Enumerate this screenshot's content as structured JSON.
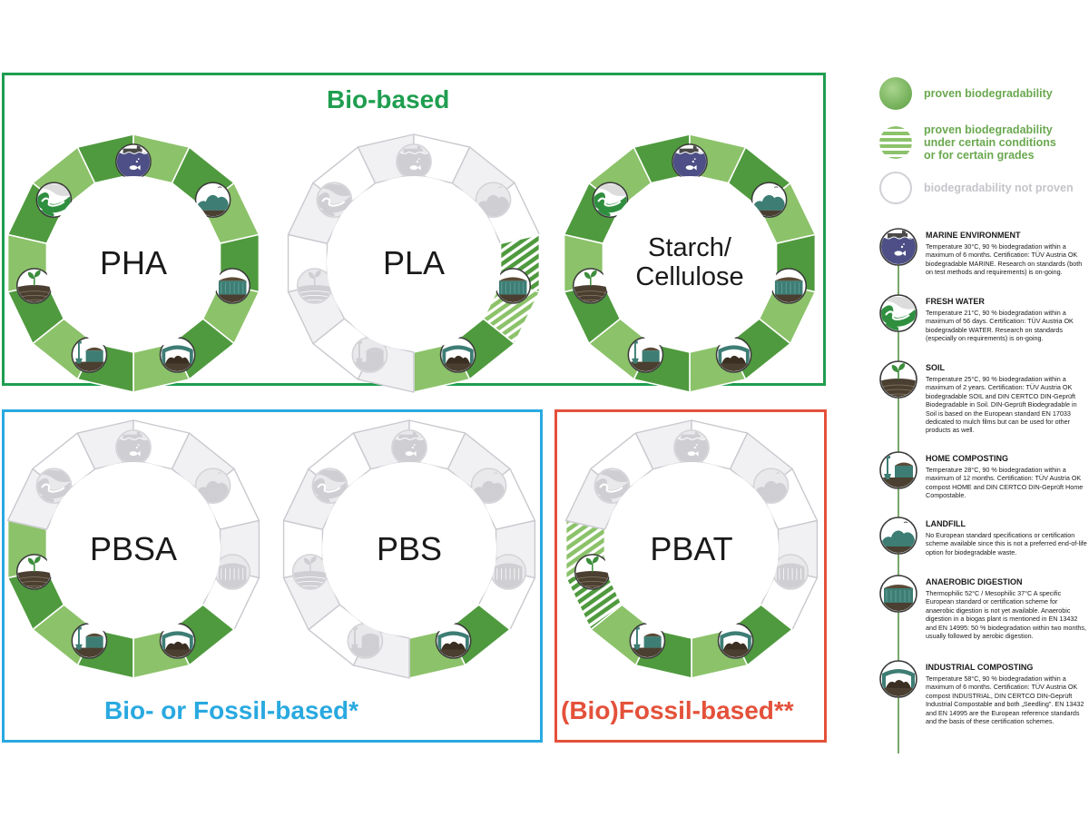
{
  "groups": {
    "biobased": {
      "title": "Bio-based",
      "color": "#1f9e50"
    },
    "bio_or_fossil": {
      "title": "Bio- or Fossil-based*",
      "color": "#29a9e0"
    },
    "bio_fossil": {
      "title": "(Bio)Fossil-based**",
      "color": "#e4513a"
    }
  },
  "environments_order": [
    "marine",
    "landfill",
    "anaerobic",
    "industrial",
    "home",
    "soil",
    "fresh"
  ],
  "wheels": [
    {
      "label": "PHA",
      "status": {
        "marine": "proven",
        "landfill": "proven",
        "anaerobic": "proven",
        "industrial": "proven",
        "home": "proven",
        "soil": "proven",
        "fresh": "proven"
      }
    },
    {
      "label": "PLA",
      "status": {
        "marine": "none",
        "landfill": "none",
        "anaerobic": "conditional",
        "industrial": "proven",
        "home": "none",
        "soil": "none",
        "fresh": "none"
      }
    },
    {
      "label": "Starch/\nCellulose",
      "status": {
        "marine": "proven",
        "landfill": "proven",
        "anaerobic": "proven",
        "industrial": "proven",
        "home": "proven",
        "soil": "proven",
        "fresh": "proven"
      }
    },
    {
      "label": "PBSA",
      "status": {
        "marine": "none",
        "landfill": "none",
        "anaerobic": "none",
        "industrial": "proven",
        "home": "proven",
        "soil": "proven",
        "fresh": "none"
      }
    },
    {
      "label": "PBS",
      "status": {
        "marine": "none",
        "landfill": "none",
        "anaerobic": "none",
        "industrial": "proven",
        "home": "none",
        "soil": "none",
        "fresh": "none"
      }
    },
    {
      "label": "PBAT",
      "status": {
        "marine": "none",
        "landfill": "none",
        "anaerobic": "none",
        "industrial": "proven",
        "home": "proven",
        "soil": "conditional",
        "fresh": "none"
      }
    }
  ],
  "legend": {
    "keys": [
      {
        "status": "proven",
        "text": "proven biodegradability"
      },
      {
        "status": "conditional",
        "text": "proven biodegradability\nunder certain conditions\nor for certain grades"
      },
      {
        "status": "none",
        "text": "biodegradability not proven"
      }
    ],
    "environments": [
      {
        "env": "marine",
        "title": "MARINE ENVIRONMENT",
        "desc": "Temperature 30°C, 90 % biodegradation within a maximum of 6 months. Certification: TÜV Austria OK biodegradable MARINE. Research on standards (both on test methods and requirements) is on-going."
      },
      {
        "env": "fresh",
        "title": "FRESH WATER",
        "desc": "Temperature 21°C, 90 % biodegradation within a maximum of 56 days. Certification: TÜV Austria OK biodegradable WATER. Research on standards (especially on requirements) is on-going."
      },
      {
        "env": "soil",
        "title": "SOIL",
        "desc": "Temperature 25°C, 90 % biodegradation within a maximum of 2 years. Certification: TÜV Austria OK biodegradable SOIL and DIN CERTCO DIN-Geprüft Biodegradable in Soil. DIN-Geprüft Biodegradable in Soil is based on the European standard EN 17033 dedicated to mulch films but can be used for other products as well."
      },
      {
        "env": "home",
        "title": "HOME COMPOSTING",
        "desc": "Temperature 28°C, 90 % biodegradation within a maximum of 12 months. Certification: TÜV Austria OK compost HOME and DIN CERTCO DIN-Geprüft Home Compostable."
      },
      {
        "env": "landfill",
        "title": "LANDFILL",
        "desc": "No European standard specifications or certification scheme available since this is not a preferred end-of-life option for biodegradable waste."
      },
      {
        "env": "anaerobic",
        "title": "ANAEROBIC DIGESTION",
        "desc": "Thermophilic 52°C / Mesophilic 37°C A specific European standard or certification scheme for anaerobic digestion is not yet available. Anaerobic digestion in a biogas plant is mentioned in EN 13432 and EN 14995: 50 % biodegradation within two months, usually followed by aerobic digestion."
      },
      {
        "env": "industrial",
        "title": "INDUSTRIAL COMPOSTING",
        "desc": "Temperature 58°C, 90 % biodegradation within a maximum of 6 months. Certification: TÜV Austria OK compost INDUSTRIAL, DIN CERTCO DIN-Geprüft Industrial Compostable and both „Seedling\". EN 13432 and EN 14995 are the European reference standards and the basis of these certification schemes."
      }
    ]
  },
  "colors": {
    "proven_dark": "#4f9a3e",
    "proven_light": "#8cc26a",
    "grey_fill": "#f1f1f3",
    "grey_stroke": "#c9c9cf",
    "icon_grey": "#cfcfd3",
    "marine_water": "#4d4f86",
    "landfill_teal": "#3d7d74",
    "soil_brown": "#4a3f30",
    "fresh_green": "#2f8f3f"
  }
}
